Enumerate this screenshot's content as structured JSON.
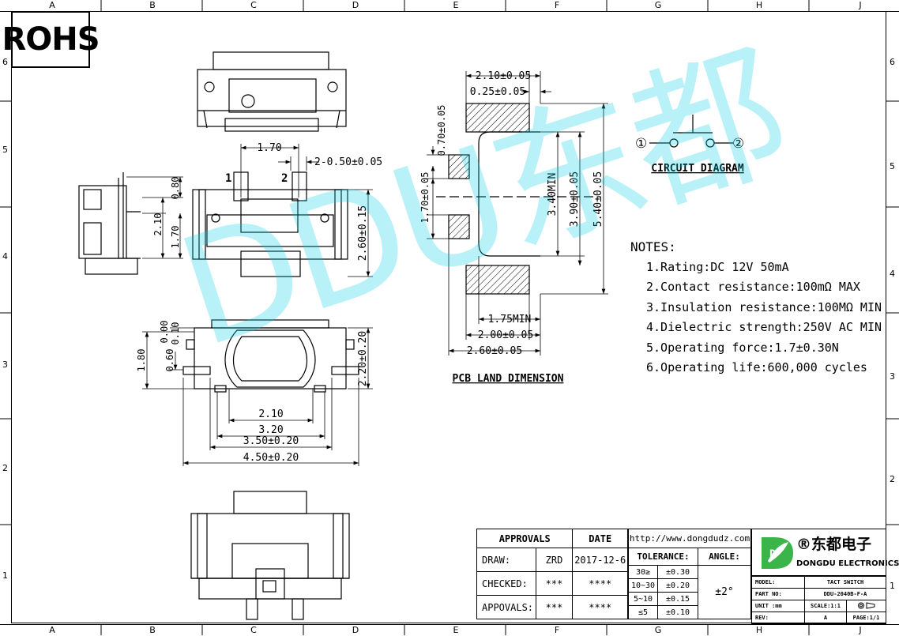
{
  "ruler": {
    "columns": [
      "A",
      "B",
      "C",
      "D",
      "E",
      "F",
      "G",
      "H",
      "J"
    ],
    "rows": [
      "6",
      "5",
      "4",
      "3",
      "2",
      "1"
    ]
  },
  "rohs_label": "ROHS",
  "watermark": "DDU东都",
  "top_view_dims": {
    "w170": "1.70",
    "pitch": "2-0.50±0.05",
    "pin1": "1",
    "pin2": "2",
    "h260": "2.60±0.15",
    "side080": "0.80",
    "side210": "2.10",
    "side170": "1.70"
  },
  "bottom_view_dims": {
    "d000": "0.00",
    "d010": "0.10",
    "d180": "1.80",
    "d060": "0.60",
    "d220": "2.20±0.20",
    "w210": "2.10",
    "w320": "3.20",
    "w350": "3.50±0.20",
    "w450": "4.50±0.20"
  },
  "pcb": {
    "title": "PCB LAND DIMENSION",
    "d210": "2.10±0.05",
    "d025": "0.25±0.05",
    "d070": "0.70±0.05",
    "d170": "1.70±0.05",
    "d340": "3.40MIN",
    "d390": "3.90±0.05",
    "d540": "5.40±0.05",
    "d175": "1.75MIN",
    "d200": "2.00±0.05",
    "d260": "2.60±0.05"
  },
  "circuit": {
    "title": "CIRCUIT DIAGRAM",
    "t1": "①",
    "t2": "②"
  },
  "notes": {
    "heading": "NOTES:",
    "items": [
      "1.Rating:DC 12V 50mA",
      "2.Contact resistance:100mΩ MAX",
      "3.Insulation resistance:100MΩ MIN",
      "4.Dielectric strength:250V AC MIN",
      "5.Operating force:1.7±0.30N",
      "6.Operating life:600,000 cycles"
    ]
  },
  "title_block": {
    "approvals_h": "APPROVALS",
    "date_h": "DATE",
    "url": "http://www.dongdudz.com",
    "draw_l": "DRAW:",
    "draw_v": "ZRD",
    "draw_d": "2017-12-6",
    "tol_h": "TOLERANCE:",
    "angle_h": "ANGLE:",
    "checked_l": "CHECKED:",
    "checked_v": "***",
    "checked_d": "****",
    "appovals_l": "APPOVALS:",
    "appovals_v": "***",
    "appovals_d": "****",
    "tol_rows": [
      {
        "range": "30≥",
        "tol": "±0.30"
      },
      {
        "range": "10~30",
        "tol": "±0.20"
      },
      {
        "range": "5~10",
        "tol": "±0.15"
      },
      {
        "range": "≤5",
        "tol": "±0.10"
      }
    ],
    "angle_v": "±2°",
    "company_cn": "®东都电子",
    "company_en": "DONGDU ELECTRONICS",
    "model_l": "MODEL:",
    "model_v": "TACT SWITCH",
    "part_l": "PART NO:",
    "part_v": "DDU-2040B-F-A",
    "unit_l": "UNIT :mm",
    "scale_l": "SCALE:1:1",
    "rev_l": "REV:",
    "rev_v": "A",
    "page_l": "PAGE:1/1",
    "logo_letter": "D"
  }
}
